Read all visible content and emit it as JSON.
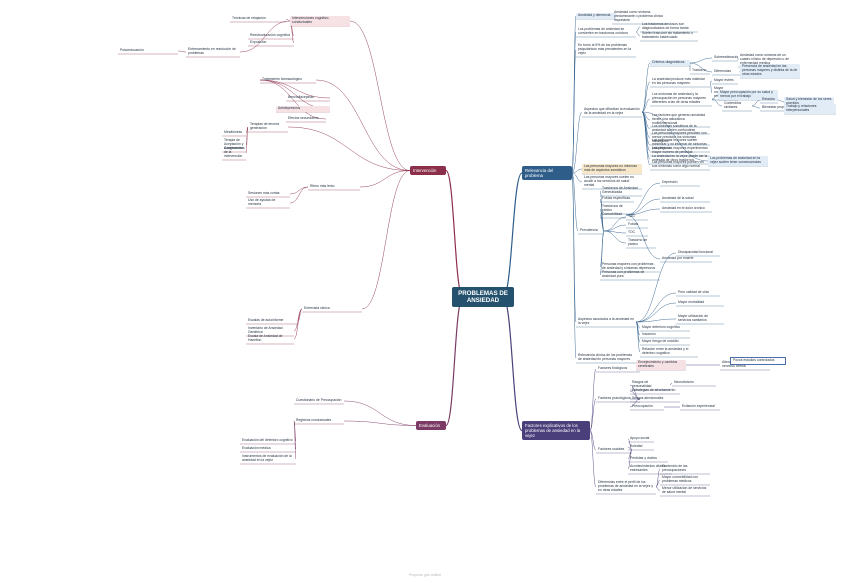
{
  "central": {
    "title": "PROBLEMAS DE ANSIEDAD"
  },
  "branches": {
    "relevancia": "Relevancia del problema",
    "intervencion": "Intervención",
    "evaluacion": "Evaluación",
    "factores": "Factores explicativos de los problemas de ansiedad en la vejez"
  },
  "watermark": "Proyecto gris outline",
  "colors": {
    "relevancia": "#2f5d8a",
    "intervencion": "#8c2f4a",
    "evaluacion": "#7a3a63",
    "factores": "#4a3f7a",
    "central": "#24526e"
  },
  "nodes": [
    {
      "text": "Ansiedad y demencia"
    },
    {
      "text": "Ansiedad como síntoma predominante o problema clínico importante"
    },
    {
      "text": "Los problemas de ansiedad se convierten en trastornos crónicos"
    },
    {
      "text": "Los trastornos ansiosos son diagnosticados de forma tardía"
    },
    {
      "text": "Suelen trascurrir sin tratamiento o tratamiento inadecuado"
    },
    {
      "text": "En torno al 5% de los problemas psiquiátricos más prevalentes en la vejez"
    },
    {
      "text": "Criterios diagnósticos"
    },
    {
      "text": "Sobreestimación"
    },
    {
      "text": "Trastorno"
    },
    {
      "text": "Ansiedad como síntoma de un cuadro clínico de depresión o de enfermedad médica"
    },
    {
      "text": "Diferencias"
    },
    {
      "text": "Presencia de ansiedad en las personas mayores y distinta de la de otras edades"
    },
    {
      "text": "La ansiedad produce más malestar en las personas mayores"
    },
    {
      "text": "Mayor estrés"
    },
    {
      "text": "Mayor malestar emocional"
    },
    {
      "text": "Los síntomas de ansiedad y la preocupación en personas mayores diferentes a las de otras edades"
    },
    {
      "text": "Mayor preocupación por su salud y menos por el trabajo"
    },
    {
      "text": "Contenidos similares"
    },
    {
      "text": "Relación"
    },
    {
      "text": "Salud y bienestar de los seres queridos"
    },
    {
      "text": "Bienestar propio"
    },
    {
      "text": "Trabajo y relaciones interpersonales"
    },
    {
      "text": "Aspectos que dificultan la evaluación de la ansiedad en la vejez"
    },
    {
      "text": "Los factores que generan ansiedad tienen una naturaleza multidimensional"
    },
    {
      "text": "Los sintomas somáticos de la ansiedad suelen confundirse"
    },
    {
      "text": "Las personas mayores perciben con menor precisión los síntomas fisiológicos"
    },
    {
      "text": "Las personas mayores suelen minimizar y no informar de síntomas psicológicos"
    },
    {
      "text": "Las personas mayores experimentan mayor número de pérdidas"
    },
    {
      "text": "La ansiedad en la vejez puede ser la antesala de otros trastornos"
    },
    {
      "text": "Las personas mayores pueden ver sus síntomas como algo normal"
    },
    {
      "text": "Los problemas de ansiedad en la vejez suelen tener consecuencias"
    },
    {
      "text": "Las personas mayores no informan más de aspectos somáticos"
    },
    {
      "text": "Las personas mayores suelen no acudir a los servicios de salud mental"
    },
    {
      "text": "Trastornos de Ansiedad Generalizada"
    },
    {
      "text": "Fobias específicas"
    },
    {
      "text": "Trastornos de pánico"
    },
    {
      "text": "Prevalencia"
    },
    {
      "text": "TAG"
    },
    {
      "text": "Fobias"
    },
    {
      "text": "TOC"
    },
    {
      "text": "Trastorno de pánico"
    },
    {
      "text": "Comorbilidad"
    },
    {
      "text": "Depresión"
    },
    {
      "text": "Ansiedad de la salud"
    },
    {
      "text": "Ansiedad en el dolor crónico"
    },
    {
      "text": "Ansiedad por muerte"
    },
    {
      "text": "Personas mayores con problemas de ansiedad y síntomas depresivos"
    },
    {
      "text": "Personas con problemas de ansiedad pura"
    },
    {
      "text": "Aspectos asociados a la ansiedad en la vejez"
    },
    {
      "text": "Discapacidad funcional"
    },
    {
      "text": "Peor calidad de vida"
    },
    {
      "text": "Mayor mortalidad"
    },
    {
      "text": "Mayor utilización de servicios sanitarios"
    },
    {
      "text": "Mayor deterioro cognitivo"
    },
    {
      "text": "Insomnio"
    },
    {
      "text": "Mayor riesgo de suicidio"
    },
    {
      "text": "Relación entre la ansiedad y el deterioro cognitivo"
    },
    {
      "text": "Relevancia clínica de los problemas de ansiedad en personas mayores"
    },
    {
      "text": "Factores biológicos"
    },
    {
      "text": "Envejecimiento y cambios cerebrales"
    },
    {
      "text": "Alteraciones del sistema nervioso central"
    },
    {
      "text": "Factores psicológicos"
    },
    {
      "text": "Rasgos de personalidad"
    },
    {
      "text": "Neuroticismo"
    },
    {
      "text": "Estrategias de afrontamiento"
    },
    {
      "text": "Sesgos atencionales"
    },
    {
      "text": "Preocupación"
    },
    {
      "text": "Evitación experiencial"
    },
    {
      "text": "Factores sociales"
    },
    {
      "text": "Apoyo social"
    },
    {
      "text": "Soledad"
    },
    {
      "text": "Pérdidas y duelos"
    },
    {
      "text": "Acontecimientos vitales estresantes"
    },
    {
      "text": "Diferencias entre el perfil de los problemas de ansiedad en la vejez y en otras edades"
    },
    {
      "text": "Contenido de las preocupaciones"
    },
    {
      "text": "Mayor comorbilidad con problemas médicos"
    },
    {
      "text": "Menor utilización de servicios de salud mental"
    },
    {
      "text": "Pocos estudios controlados"
    },
    {
      "text": "Intervenciones cognitivo-conductuales"
    },
    {
      "text": "Técnicas de relajación"
    },
    {
      "text": "Reestructuración cognitiva"
    },
    {
      "text": "Exposición"
    },
    {
      "text": "Entrenamiento en resolución de problemas"
    },
    {
      "text": "Psicoeducación"
    },
    {
      "text": "Tratamiento farmacológico"
    },
    {
      "text": "Benzodiacepinas"
    },
    {
      "text": "Antidepresivos"
    },
    {
      "text": "Efectos secundarios"
    },
    {
      "text": "Terapias de tercera generación"
    },
    {
      "text": "Mindfulness"
    },
    {
      "text": "Terapia de Aceptación y Compromiso"
    },
    {
      "text": "Adaptaciones de la intervención"
    },
    {
      "text": "Ritmo más lento"
    },
    {
      "text": "Sesiones más cortas"
    },
    {
      "text": "Uso de ayudas de memoria"
    },
    {
      "text": "Entrevista clínica"
    },
    {
      "text": "Escalas de autoinforme"
    },
    {
      "text": "Inventario de Ansiedad Geriátrica"
    },
    {
      "text": "Escala de Ansiedad de Hamilton"
    },
    {
      "text": "Cuestionario de Preocupación"
    },
    {
      "text": "Registros conductuales"
    },
    {
      "text": "Evaluación del deterioro cognitivo"
    },
    {
      "text": "Evaluación médica"
    },
    {
      "text": "Instrumentos de evaluación de la ansiedad en la vejez"
    }
  ]
}
